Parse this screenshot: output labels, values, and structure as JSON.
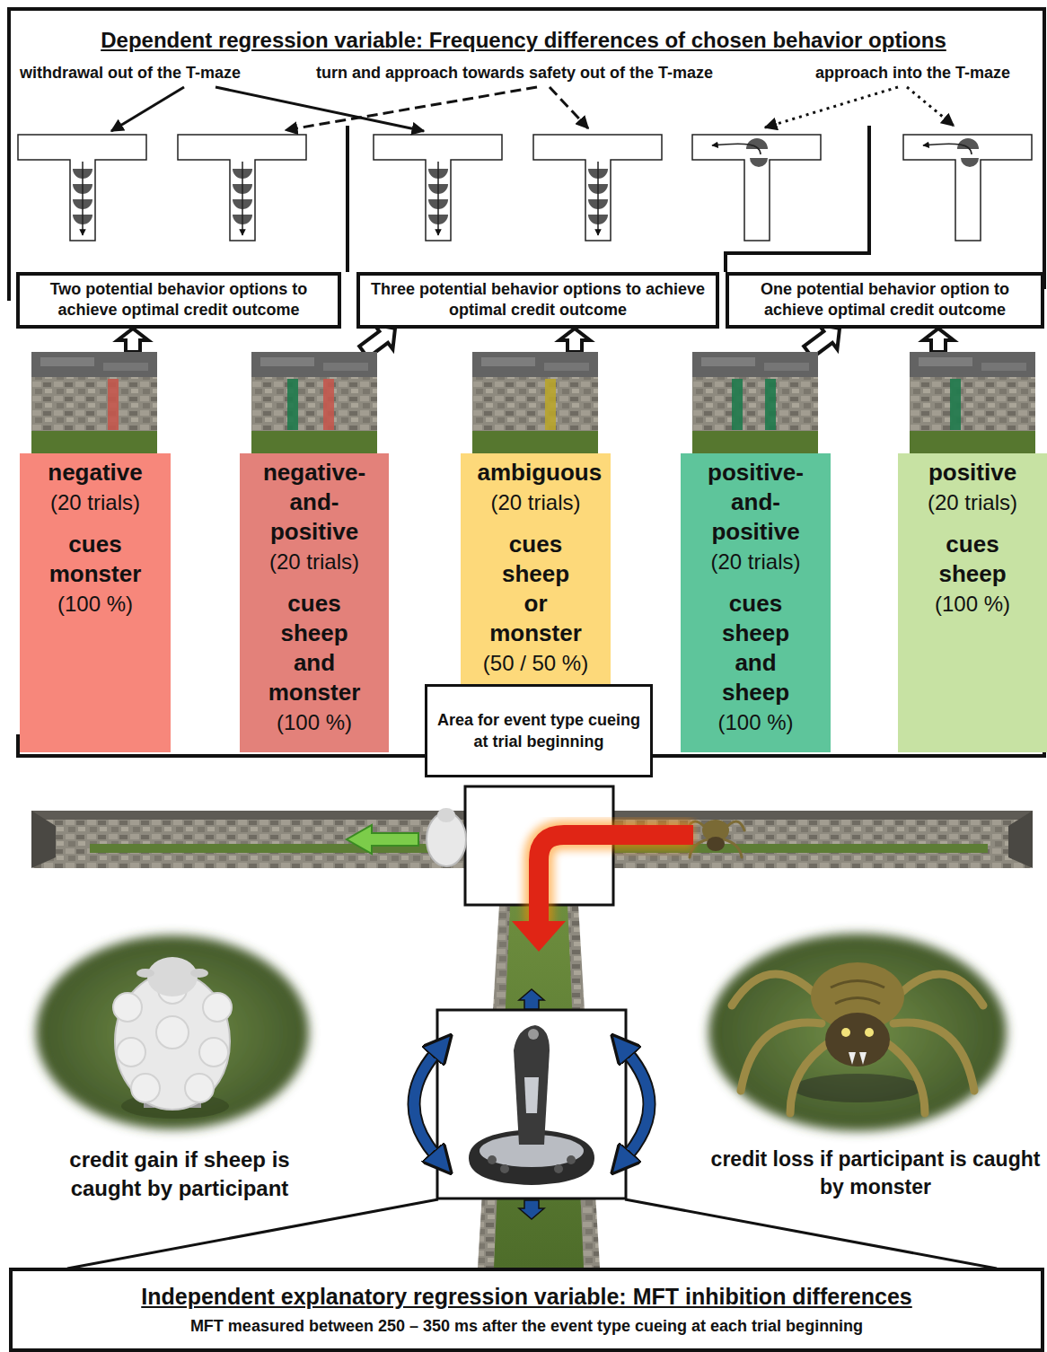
{
  "diagram": {
    "title": "Dependent regression variable: Frequency differences of chosen behavior options",
    "nodes": [
      {
        "text": [
          "Two potential behavior options to achieve optimal credit outcome"
        ]
      },
      {
        "text": [
          "Three potential behavior options to achieve optimal credit outcome"
        ]
      },
      {
        "text": [
          "One potential behavior option to achieve optimal credit outcome"
        ]
      },
      {
        "text": [
          "negative",
          "(20 trials)",
          "cues monster",
          "(100 %)"
        ]
      },
      {
        "text": [
          "negative-and-positive",
          "(20 trials)",
          "cues sheep and monster",
          "(100 %)"
        ]
      },
      {
        "text": [
          "ambiguous",
          "(20 trials)",
          "cues sheep or monster",
          "(50 / 50 %)"
        ]
      },
      {
        "text": [
          "positive-and-positive",
          "(20 trials)",
          "cues sheep and sheep",
          "(100 %)"
        ]
      },
      {
        "text": [
          "positive",
          "(20 trials)",
          "cues sheep",
          "(100 %)"
        ]
      },
      {
        "text": [
          "Area for event type cueing at trial beginning"
        ]
      },
      {
        "text": [
          "Independent explanatory regression variable: MFT inhibition differences",
          "MFT measured between 250 – 350 ms after the event type cueing at each trial beginning"
        ]
      }
    ],
    "edges": [
      {
        "from": 3,
        "to": 0,
        "arrow": "to"
      },
      {
        "from": 4,
        "to": 1,
        "arrow": "to"
      },
      {
        "from": 5,
        "to": 1,
        "arrow": "to"
      },
      {
        "from": 6,
        "to": 2,
        "arrow": "to"
      },
      {
        "from": 7,
        "to": 2,
        "arrow": "to"
      }
    ],
    "labels": [
      "withdrawal out of the T-maze",
      "turn and approach towards safety out of the T-maze",
      "approach into the T-maze",
      "credit gain if sheep is caught by participant",
      "credit loss if participant is caught by monster"
    ]
  }
}
